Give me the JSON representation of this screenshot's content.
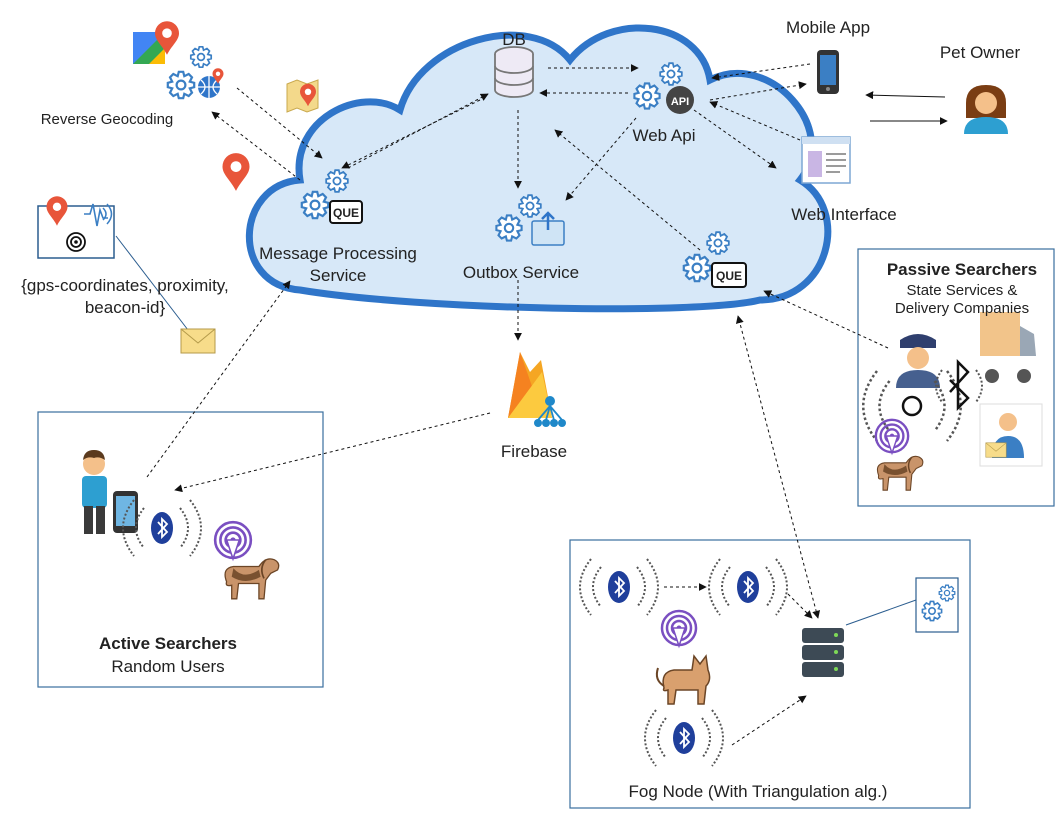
{
  "labels": {
    "db": "DB",
    "mobile_app": "Mobile App",
    "pet_owner": "Pet Owner",
    "reverse_geocoding": "Reverse Geocoding",
    "web_api": "Web Api",
    "web_interface": "Web Interface",
    "message_processing_1": "Message Processing",
    "message_processing_2": "Service",
    "outbox_service": "Outbox Service",
    "firebase": "Firebase",
    "payload_1": "{gps-coordinates, proximity,",
    "payload_2": "beacon-id}",
    "passive_title": "Passive Searchers",
    "passive_sub_1": "State Services &",
    "passive_sub_2": "Delivery Companies",
    "active_title": "Active Searchers",
    "active_sub": "Random Users",
    "fog_node": "Fog Node (With Triangulation alg.)",
    "que": "QUE",
    "api": "API"
  },
  "colors": {
    "cloud_fill": "#d7e8f8",
    "cloud_stroke": "#2f75c9",
    "gear": "#3b7fc4",
    "box_border": "#3a6f9e",
    "bluetooth": "#1f3f9b",
    "beacon": "#7a4fc1",
    "firebase_orange": "#f5a623",
    "map_pin": "#e8553a",
    "envelope": "#f7dc8a"
  }
}
